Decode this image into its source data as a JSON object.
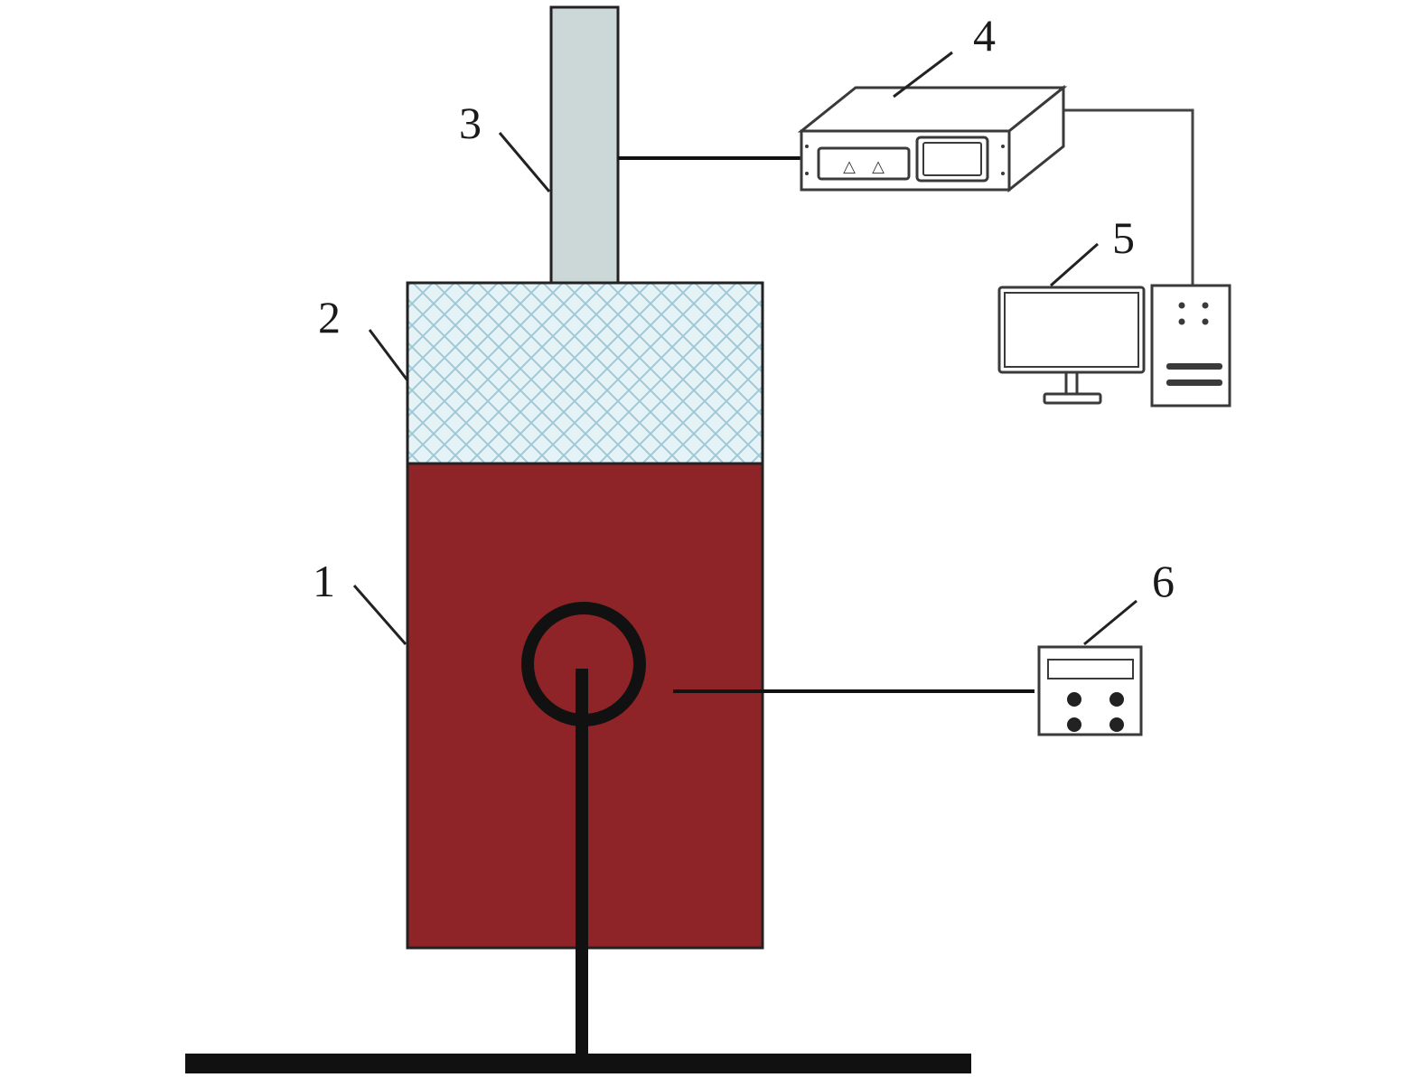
{
  "labels": {
    "container": "1",
    "top_layer": "2",
    "column": "3",
    "controller": "4",
    "computer": "5",
    "meter": "6"
  },
  "colors": {
    "container_fill": "#8f2428",
    "top_layer_fill": "#e6f3f6",
    "top_layer_pattern": "#9fc9d6",
    "column_fill": "#ccd8d8",
    "line": "#111111",
    "device_stroke": "#3a3a3a"
  },
  "icons": {
    "controller": "rack-instrument-icon",
    "computer": "desktop-computer-icon",
    "meter": "control-box-icon"
  }
}
